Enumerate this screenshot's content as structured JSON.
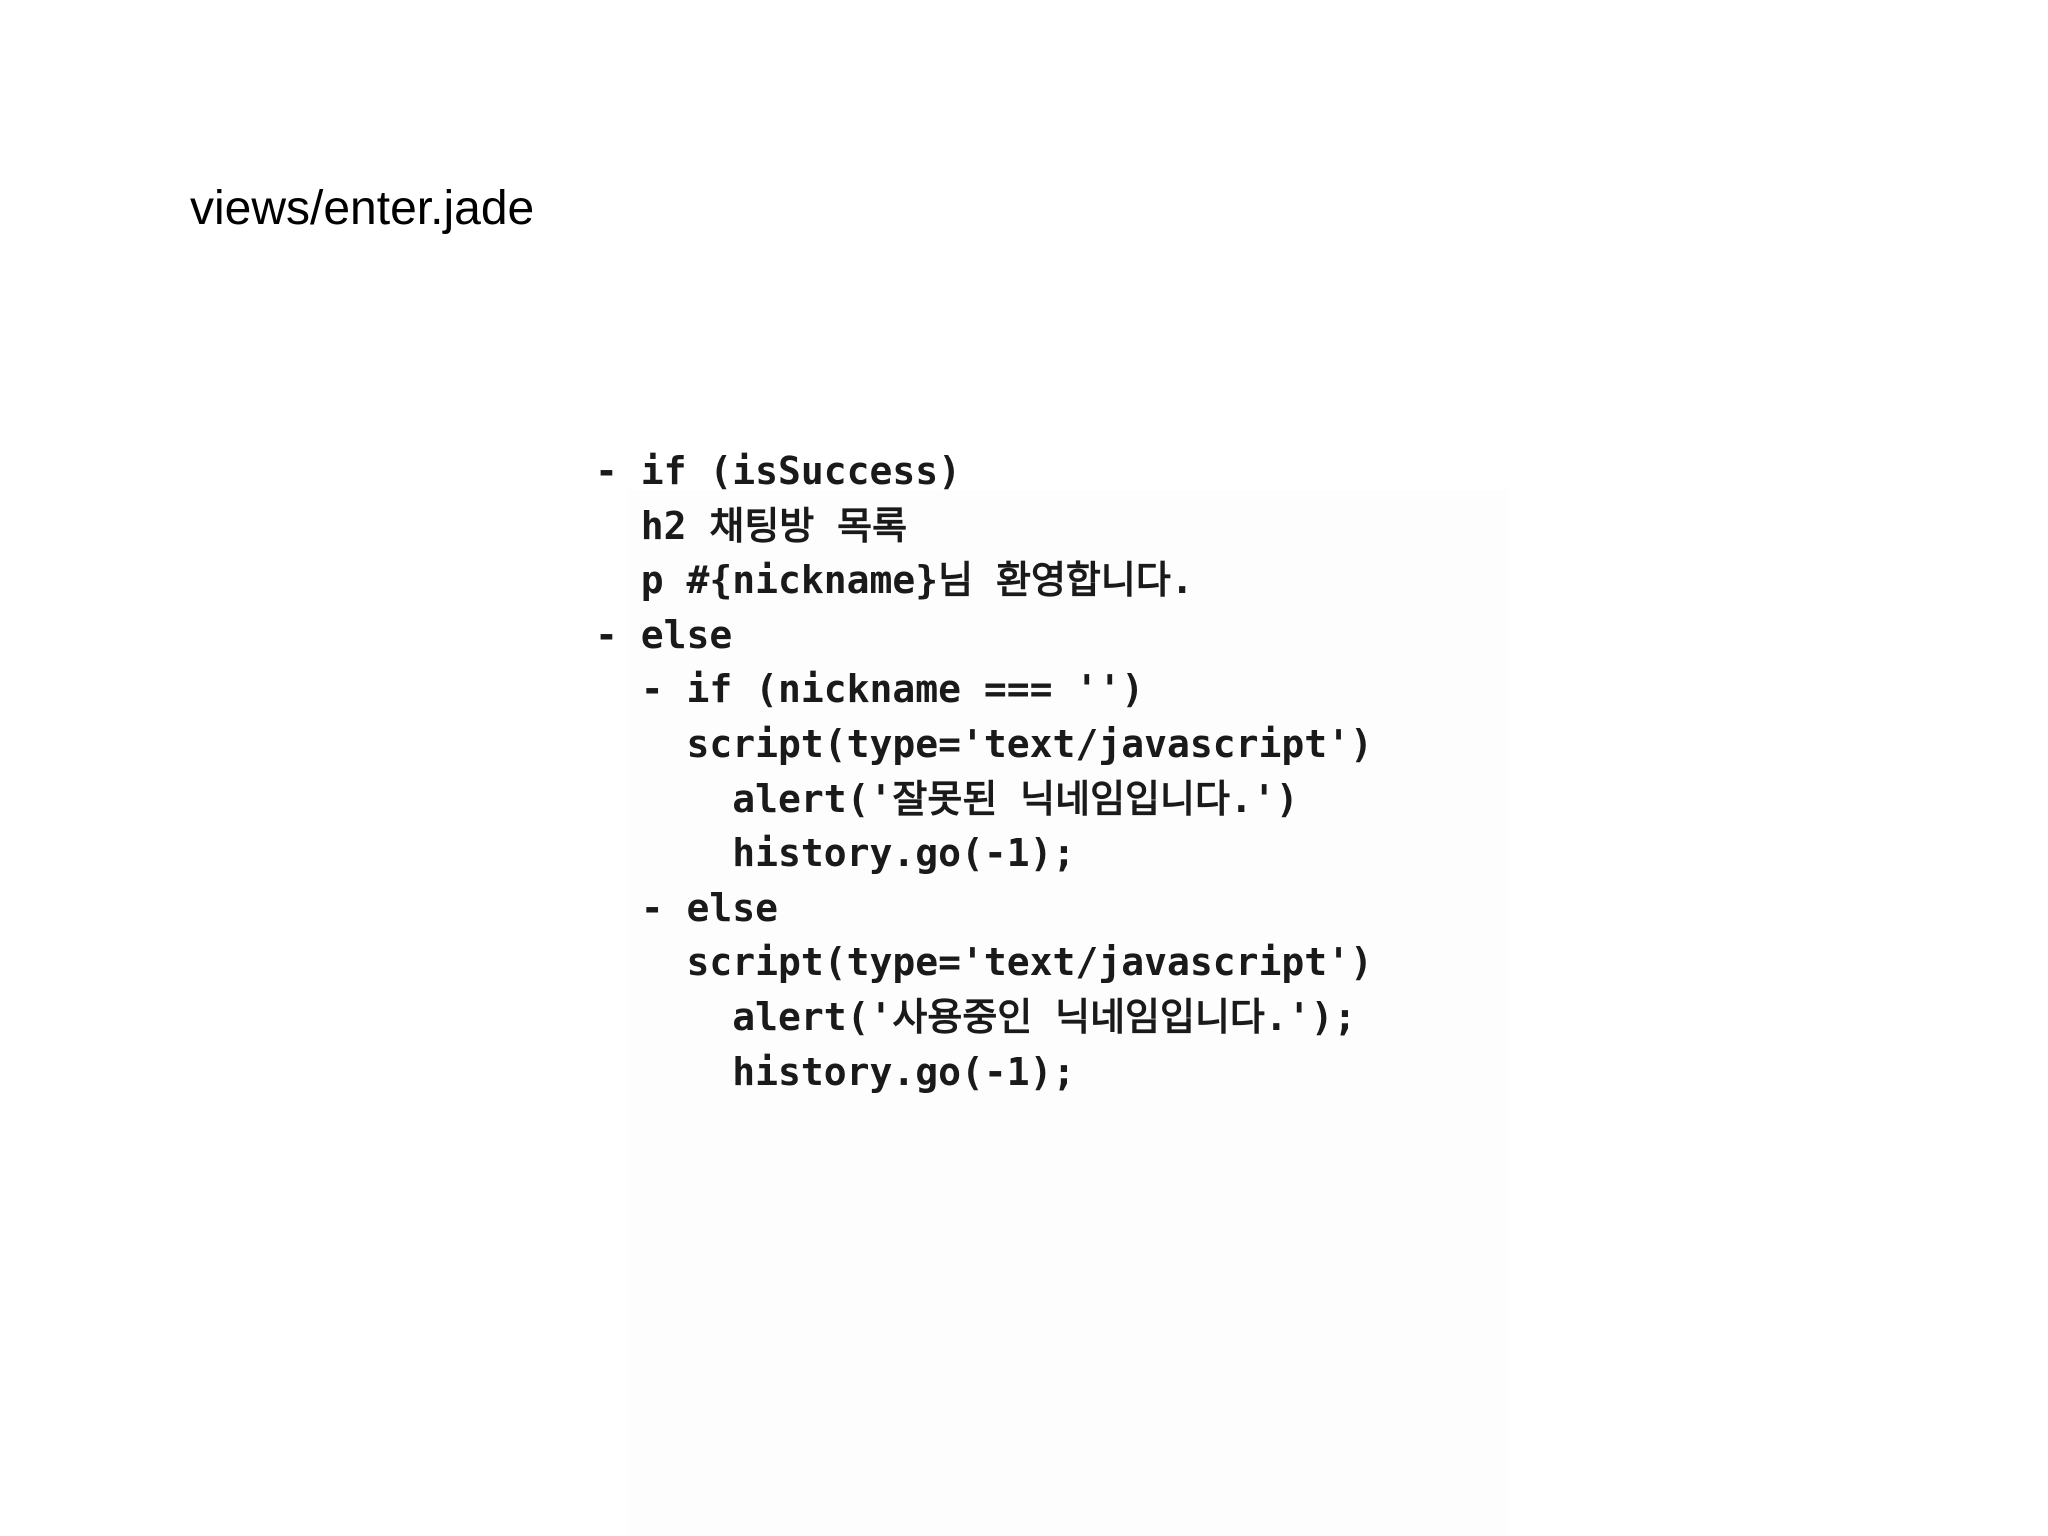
{
  "slide": {
    "title": "views/enter.jade"
  },
  "code": {
    "lines": [
      "- if (isSuccess)",
      "  h2 채팅방 목록",
      "  p #{nickname}님 환영합니다.",
      "- else",
      "  - if (nickname === '')",
      "    script(type='text/javascript')",
      "      alert('잘못된 닉네임입니다.')",
      "      history.go(-1);",
      "  - else",
      "    script(type='text/javascript')",
      "      alert('사용중인 닉네임입니다.');",
      "      history.go(-1);"
    ]
  }
}
